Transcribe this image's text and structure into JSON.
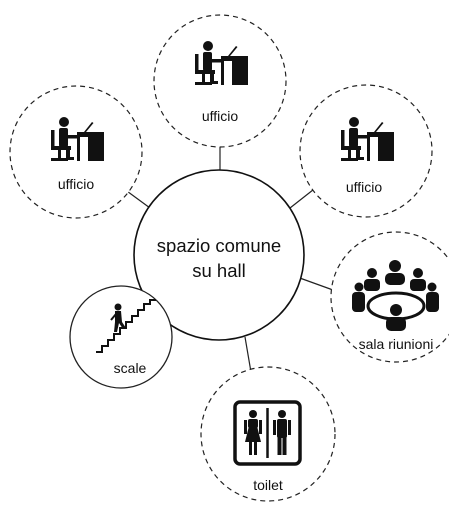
{
  "center": {
    "line1": "spazio comune",
    "line2": "su hall"
  },
  "nodes": [
    {
      "id": "office-top",
      "label": "ufficio",
      "icon": "desk-worker-icon"
    },
    {
      "id": "office-left",
      "label": "ufficio",
      "icon": "desk-worker-icon"
    },
    {
      "id": "office-right",
      "label": "ufficio",
      "icon": "desk-worker-icon"
    },
    {
      "id": "meeting",
      "label": "sala riunioni",
      "icon": "meeting-table-icon"
    },
    {
      "id": "stairs",
      "label": "scale",
      "icon": "stairs-icon"
    },
    {
      "id": "toilet",
      "label": "toilet",
      "icon": "toilet-sign-icon"
    }
  ],
  "colors": {
    "line": "#222222",
    "icon": "#111111",
    "background": "#ffffff"
  }
}
